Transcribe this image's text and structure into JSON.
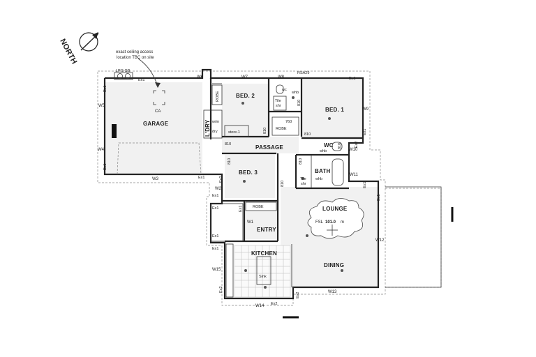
{
  "north": {
    "label": "NORTH"
  },
  "notes": {
    "ceiling_line1": "exact ceiling access",
    "ceiling_line2": "location TBC on site"
  },
  "rooms": {
    "garage": "GARAGE",
    "bed2": "BED. 2",
    "bed1": "BED. 1",
    "bed3": "BED. 3",
    "passage": "PASSAGE",
    "laundry": "L'DRY",
    "lounge": "LOUNGE",
    "entry": "ENTRY",
    "kitchen": "KITCHEN",
    "dining": "DINING",
    "bath": "BATH",
    "wc2": "WC"
  },
  "fixtures": {
    "lpg": "LPG GB",
    "ca": "CA",
    "robe_a": "ROBE",
    "robe_b": "ROBE",
    "robe_c": "ROBE",
    "wc_small": "wc",
    "whb1": "whb",
    "whb2": "whb",
    "whb3": "whb",
    "tile_shr1a": "Tile",
    "tile_shr1b": "shr",
    "tile_shr2a": "Tile",
    "tile_shr2b": "shr",
    "wm": "w/m",
    "dry": "dry",
    "store": "store.1",
    "sink": "Sink",
    "fsl_prefix": "FSL",
    "fsl_value": "101.0",
    "fsl_unit": "m",
    "rsa": "RSA29",
    "d810a": "810",
    "d810b": "810",
    "d810c": "810",
    "d810d": "810",
    "d810e": "810",
    "d810f": "810",
    "d810g": "810",
    "d810h": "810",
    "d760": "760"
  },
  "windows": {
    "w1": "W1",
    "w2": "W2",
    "w3": "W3",
    "w4": "W4",
    "w5": "W5",
    "w6": "W6",
    "w7": "W7",
    "w8": "W8",
    "w9": "W9",
    "w10": "W10",
    "w11": "W11",
    "w12": "W12",
    "w13": "W13",
    "w14": "W14",
    "w15": "W15"
  },
  "exits": {
    "e1": "Ex1",
    "e2": "Ex1",
    "e3": "Ex1",
    "e4": "Ex1",
    "e5": "Ex1",
    "e6": "Ex1",
    "e7": "Ex1",
    "e8": "Ex1",
    "e9": "Ex1",
    "e10": "Ex1",
    "e11": "Ex1",
    "e12": "Ex1",
    "e13": "Ex1",
    "x1": "Ex2",
    "x2": "Ex2",
    "x3": "Ex2",
    "x4": "Ex2",
    "x5": "Ex2"
  }
}
